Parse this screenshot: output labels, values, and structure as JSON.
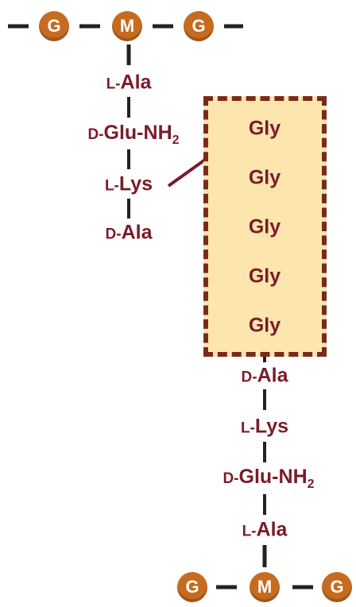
{
  "top_chain": {
    "left_dash": "–",
    "g1": "G",
    "m": "M",
    "g2": "G"
  },
  "left_peptide": {
    "ala1": {
      "prefix": "L-",
      "name": "Ala"
    },
    "glu": {
      "prefix": "D-",
      "name": "Glu-NH",
      "sub": "2"
    },
    "lys": {
      "prefix": "L-",
      "name": "Lys"
    },
    "ala2": {
      "prefix": "D-",
      "name": "Ala"
    }
  },
  "bridge": [
    "Gly",
    "Gly",
    "Gly",
    "Gly",
    "Gly"
  ],
  "right_peptide": {
    "ala2": {
      "prefix": "D-",
      "name": "Ala"
    },
    "lys": {
      "prefix": "L-",
      "name": "Lys"
    },
    "glu": {
      "prefix": "D-",
      "name": "Glu-NH",
      "sub": "2"
    },
    "ala1": {
      "prefix": "L-",
      "name": "Ala"
    }
  },
  "bottom_chain": {
    "g1": "G",
    "m": "M",
    "g2": "G"
  },
  "colors": {
    "label": "#7a1b28",
    "node": "#c66b1f",
    "box_fill": "#fde6ad",
    "box_border": "#7a2a1c",
    "bond": "#222222"
  }
}
